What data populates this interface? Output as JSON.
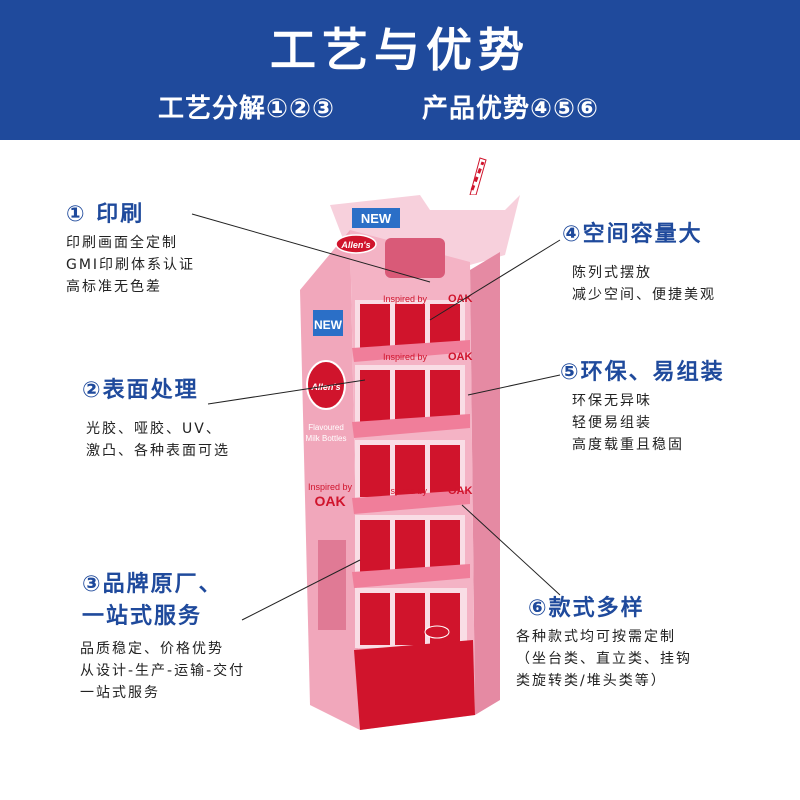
{
  "header": {
    "title": "工艺与优势",
    "subtitle_left": "工艺分解①②③",
    "subtitle_right": "产品优势④⑤⑥"
  },
  "features": {
    "f1": {
      "title": "① 印刷",
      "lines": [
        "印刷画面全定制",
        "GMI印刷体系认证",
        "高标准无色差"
      ]
    },
    "f2": {
      "title": "②表面处理",
      "lines": [
        "光胶、哑胶、UV、",
        "激凸、各种表面可选"
      ]
    },
    "f3": {
      "title_lines": [
        "③品牌原厂、",
        "一站式服务"
      ],
      "lines": [
        "品质稳定、价格优势",
        "从设计-生产-运输-交付",
        "一站式服务"
      ]
    },
    "f4": {
      "title": "④空间容量大",
      "lines": [
        "陈列式摆放",
        "减少空间、便捷美观"
      ]
    },
    "f5": {
      "title": "⑤环保、易组装",
      "lines": [
        "环保无异味",
        "轻便易组装",
        "高度载重且稳固"
      ]
    },
    "f6": {
      "title": "⑥款式多样",
      "lines": [
        "各种款式均可按需定制",
        "（坐台类、直立类、挂钩",
        "类旋转类/堆头类等）"
      ]
    }
  },
  "display": {
    "badge_new": "NEW",
    "brand": "Allen's",
    "flavour_lines": [
      "Flavoured",
      "Milk Bottles"
    ],
    "inspired": "Inspired by",
    "oak": "OAK"
  },
  "colors": {
    "banner": "#1f4a9c",
    "accent_title": "#1f4a9c",
    "stand_pink": "#f2a9bd",
    "stand_red": "#d0142c",
    "badge_blue": "#2b6fc7"
  }
}
